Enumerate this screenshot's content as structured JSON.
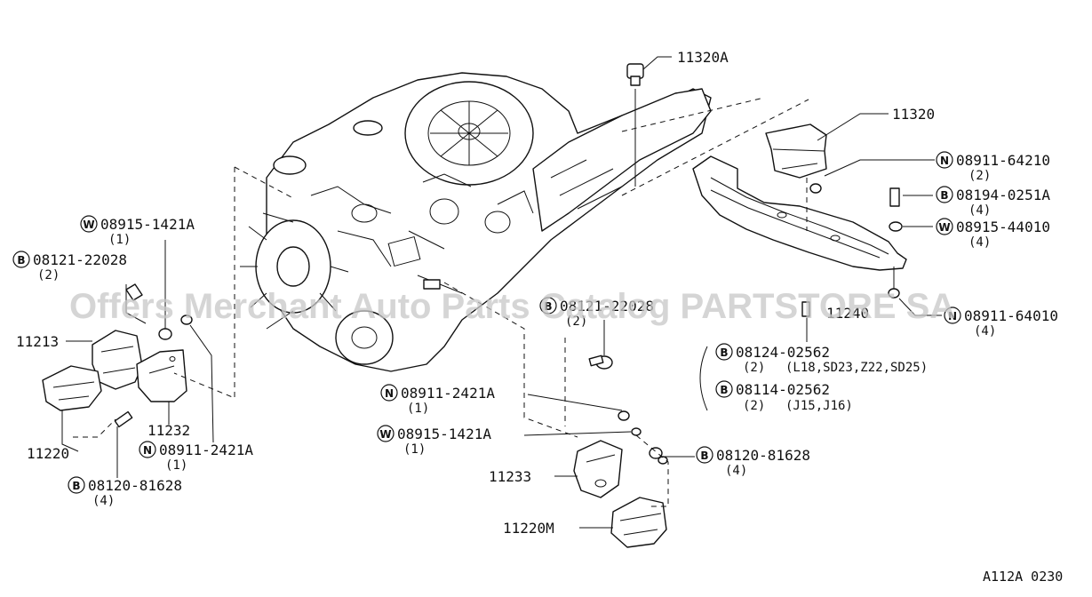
{
  "watermark": "Offers Merchant Auto Parts Catalog PARTSTORE SA",
  "figure_code": "A112A 0230",
  "labels": {
    "p11320A": "11320A",
    "p11320": "11320",
    "n08911_64210": "08911-64210",
    "n08911_64210_qty": "(2)",
    "b08194_0251A": "08194-0251A",
    "b08194_0251A_qty": "(4)",
    "w08915_44010": "08915-44010",
    "w08915_44010_qty": "(4)",
    "p11240": "11240",
    "n08911_64010": "08911-64010",
    "n08911_64010_qty": "(4)",
    "b08124_02562": "08124-02562",
    "b08124_02562_qty": "(2)",
    "b08124_02562_note": "(L18,SD23,Z22,SD25)",
    "b08114_02562": "08114-02562",
    "b08114_02562_qty": "(2)",
    "b08114_02562_note": "(J15,J16)",
    "w08915_1421A_top": "08915-1421A",
    "w08915_1421A_top_qty": "(1)",
    "b08121_22028_left": "08121-22028",
    "b08121_22028_left_qty": "(2)",
    "p11213": "11213",
    "p11220": "11220",
    "p11232": "11232",
    "n08911_2421A_left": "08911-2421A",
    "n08911_2421A_left_qty": "(1)",
    "b08120_81628_left": "08120-81628",
    "b08120_81628_left_qty": "(4)",
    "b08121_22028_mid": "08121-22028",
    "b08121_22028_mid_qty": "(2)",
    "n08911_2421A_mid": "08911-2421A",
    "n08911_2421A_mid_qty": "(1)",
    "w08915_1421A_mid": "08915-1421A",
    "w08915_1421A_mid_qty": "(1)",
    "b08120_81628_right": "08120-81628",
    "b08120_81628_right_qty": "(4)",
    "p11233": "11233",
    "p11220M": "11220M"
  },
  "prefix": {
    "washer": "W",
    "bolt": "B",
    "nut": "N"
  }
}
